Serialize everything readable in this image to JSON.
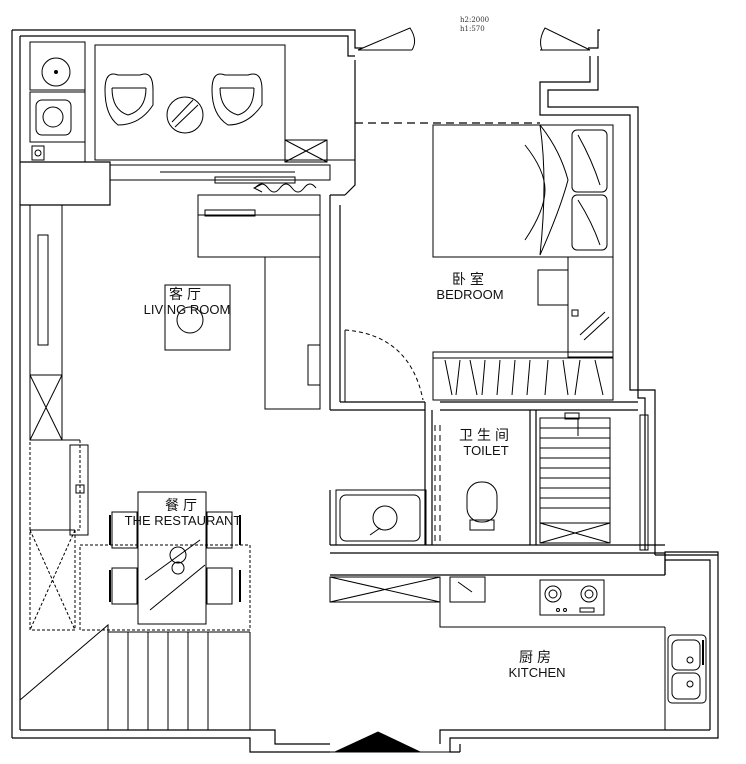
{
  "dimension_note": {
    "line1": "h2:2000",
    "line2": "h1:570"
  },
  "rooms": {
    "living": {
      "cn": "客厅",
      "en": "LIVING ROOM"
    },
    "bedroom": {
      "cn": "卧室",
      "en": "BEDROOM"
    },
    "toilet": {
      "cn": "卫生间",
      "en": "TOILET"
    },
    "restaurant": {
      "cn": "餐厅",
      "en": "THE RESTAURANT"
    },
    "kitchen": {
      "cn": "厨房",
      "en": "KITCHEN"
    }
  }
}
